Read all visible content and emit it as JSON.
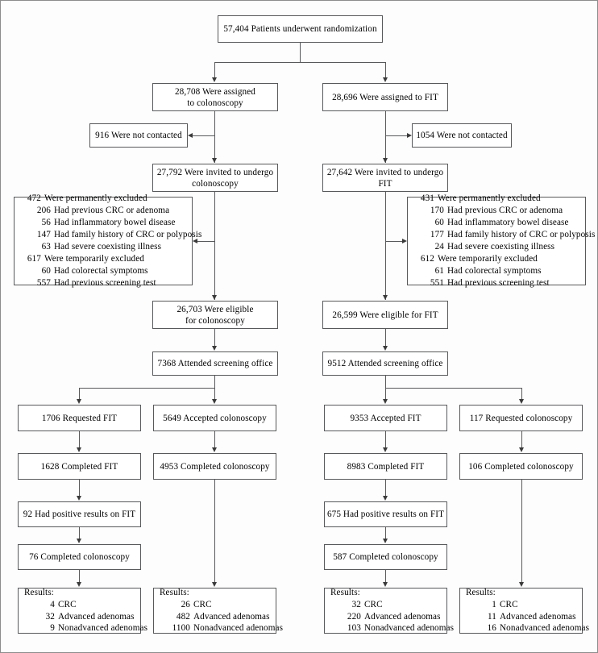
{
  "figure": {
    "title": "Screening trial randomization flow diagram",
    "frame_color": "#8c8c8c",
    "box_border_color": "#58595b",
    "connector_color": "#58595b"
  },
  "nodes": {
    "randomization": {
      "line1": "57,404 Patients underwent randomization"
    },
    "assigned_colonoscopy": {
      "line1": "28,708 Were assigned",
      "line2": "to colonoscopy"
    },
    "assigned_fit": {
      "line1": "28,696 Were assigned to FIT"
    },
    "not_contacted_left": {
      "line1": "916 Were not contacted"
    },
    "not_contacted_right": {
      "line1": "1054 Were not contacted"
    },
    "invited_colonoscopy": {
      "line1": "27,792 Were invited to undergo",
      "line2": "colonoscopy"
    },
    "invited_fit": {
      "line1": "27,642 Were invited to undergo",
      "line2": "FIT"
    },
    "excluded_left": {
      "rows": [
        {
          "num": "472",
          "txt": "Were permanently excluded",
          "indent": false
        },
        {
          "num": "206",
          "txt": "Had previous CRC or adenoma",
          "indent": true
        },
        {
          "num": "56",
          "txt": "Had inflammatory bowel disease",
          "indent": true
        },
        {
          "num": "147",
          "txt": "Had family history of CRC or polyposis",
          "indent": true
        },
        {
          "num": "63",
          "txt": "Had severe coexisting illness",
          "indent": true
        },
        {
          "num": "617",
          "txt": "Were temporarily excluded",
          "indent": false
        },
        {
          "num": "60",
          "txt": "Had colorectal symptoms",
          "indent": true
        },
        {
          "num": "557",
          "txt": "Had previous screening test",
          "indent": true
        }
      ]
    },
    "excluded_right": {
      "rows": [
        {
          "num": "431",
          "txt": "Were permanently excluded",
          "indent": false
        },
        {
          "num": "170",
          "txt": "Had previous CRC or adenoma",
          "indent": true
        },
        {
          "num": "60",
          "txt": "Had inflammatory bowel disease",
          "indent": true
        },
        {
          "num": "177",
          "txt": "Had family history of CRC or polyposis",
          "indent": true
        },
        {
          "num": "24",
          "txt": "Had severe coexisting illness",
          "indent": true
        },
        {
          "num": "612",
          "txt": "Were temporarily excluded",
          "indent": false
        },
        {
          "num": "61",
          "txt": "Had colorectal symptoms",
          "indent": true
        },
        {
          "num": "551",
          "txt": "Had previous screening test",
          "indent": true
        }
      ]
    },
    "eligible_colonoscopy": {
      "line1": "26,703 Were eligible",
      "line2": "for colonoscopy"
    },
    "eligible_fit": {
      "line1": "26,599 Were eligible for FIT"
    },
    "attended_left": {
      "line1": "7368 Attended screening office"
    },
    "attended_right": {
      "line1": "9512 Attended screening office"
    },
    "col1_requested": {
      "line1": "1706 Requested FIT"
    },
    "col2_accepted": {
      "line1": "5649 Accepted colonoscopy"
    },
    "col3_accepted": {
      "line1": "9353 Accepted FIT"
    },
    "col4_requested": {
      "line1": "117 Requested colonoscopy"
    },
    "col1_completed": {
      "line1": "1628 Completed FIT"
    },
    "col2_completed": {
      "line1": "4953 Completed colonoscopy"
    },
    "col3_completed": {
      "line1": "8983 Completed FIT"
    },
    "col4_completed": {
      "line1": "106 Completed colonoscopy"
    },
    "col1_positive": {
      "line1": "92 Had positive results on FIT"
    },
    "col3_positive": {
      "line1": "675 Had positive results on FIT"
    },
    "col1_colonoscopy": {
      "line1": "76 Completed colonoscopy"
    },
    "col3_colonoscopy": {
      "line1": "587 Completed colonoscopy"
    },
    "results1": {
      "header": "Results:",
      "rows": [
        {
          "num": "4",
          "txt": "CRC"
        },
        {
          "num": "32",
          "txt": "Advanced adenomas"
        },
        {
          "num": "9",
          "txt": "Nonadvanced adenomas"
        }
      ]
    },
    "results2": {
      "header": "Results:",
      "rows": [
        {
          "num": "26",
          "txt": "CRC"
        },
        {
          "num": "482",
          "txt": "Advanced adenomas"
        },
        {
          "num": "1100",
          "txt": "Nonadvanced adenomas"
        }
      ]
    },
    "results3": {
      "header": "Results:",
      "rows": [
        {
          "num": "32",
          "txt": "CRC"
        },
        {
          "num": "220",
          "txt": "Advanced adenomas"
        },
        {
          "num": "103",
          "txt": "Nonadvanced adenomas"
        }
      ]
    },
    "results4": {
      "header": "Results:",
      "rows": [
        {
          "num": "1",
          "txt": "CRC"
        },
        {
          "num": "11",
          "txt": "Advanced adenomas"
        },
        {
          "num": "16",
          "txt": "Nonadvanced adenomas"
        }
      ]
    }
  }
}
